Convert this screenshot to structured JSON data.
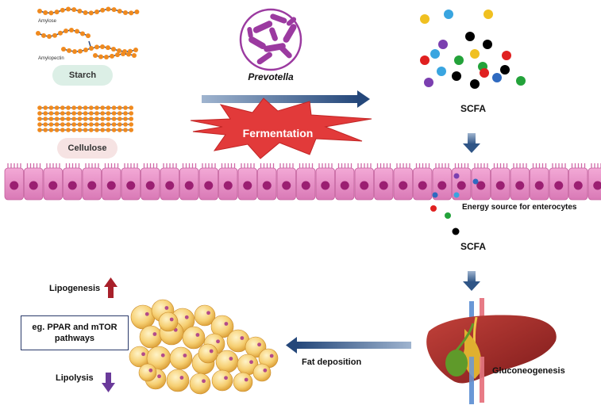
{
  "starch": {
    "amylose": "Amylose",
    "amylopectin": "Amylopectin",
    "label": "Starch"
  },
  "cellulose": {
    "label": "Cellulose"
  },
  "bacteria": {
    "label": "Prevotella"
  },
  "fermentation": {
    "label": "Fermentation"
  },
  "scfa_top": {
    "label": "SCFA"
  },
  "enterocytes": {
    "label": "Energy source for enterocytes"
  },
  "scfa_mid": {
    "label": "SCFA"
  },
  "liver": {
    "label": "Gluconeogenesis"
  },
  "fat": {
    "label": "Fat deposition"
  },
  "lipid": {
    "lipogenesis": "Lipogenesis",
    "pathways": "eg. PPAR and mTOR pathways",
    "lipolysis": "Lipolysis"
  },
  "colors": {
    "arrow_blue": "#2f5586",
    "burst_red": "#e23a3a",
    "up_arrow": "#a8202a",
    "down_arrow": "#6a3a9a",
    "starch_pill": "#dcefe6",
    "cellulose_pill": "#f6e3e3",
    "cell_pink": "#e98ec8",
    "nucleus": "#9b1f72"
  }
}
